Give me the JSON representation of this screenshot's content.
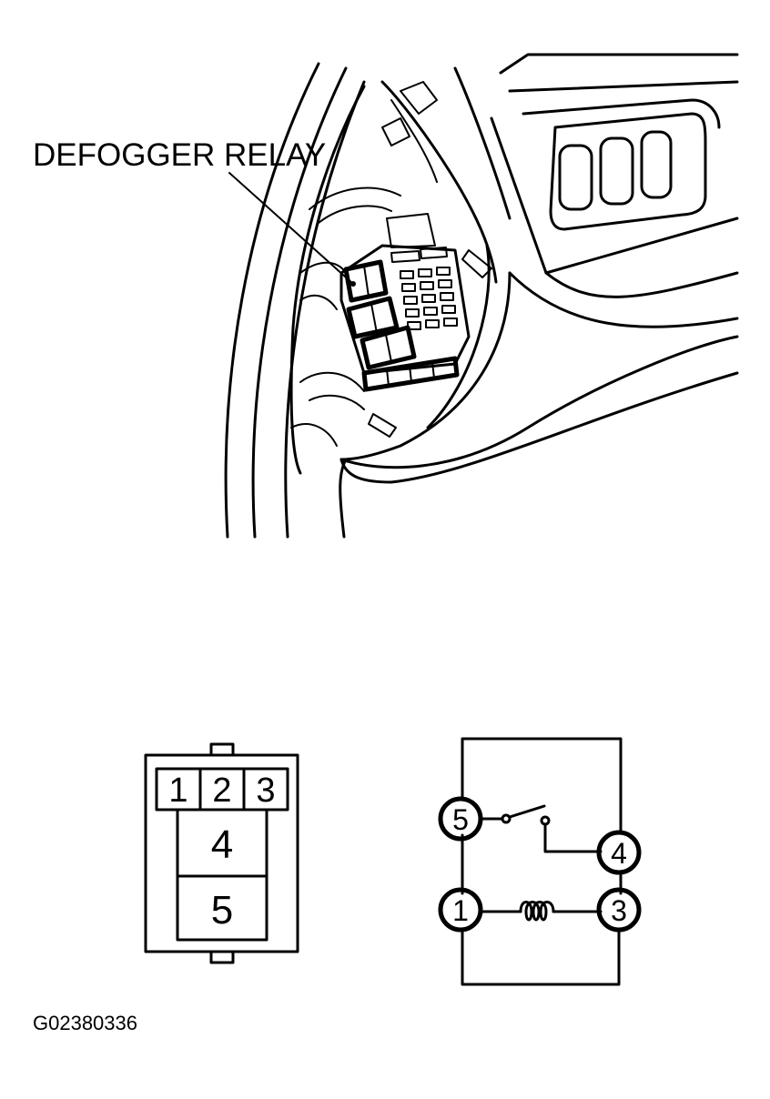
{
  "callout": {
    "label": "DEFOGGER RELAY"
  },
  "figure_id": "G02380336",
  "connector": {
    "terminals_top": [
      "1",
      "2",
      "3"
    ],
    "terminal_middle": "4",
    "terminal_bottom": "5"
  },
  "circuit": {
    "terminals": [
      "5",
      "4",
      "1",
      "3"
    ]
  },
  "colors": {
    "ink": "#000000",
    "background": "#ffffff"
  }
}
